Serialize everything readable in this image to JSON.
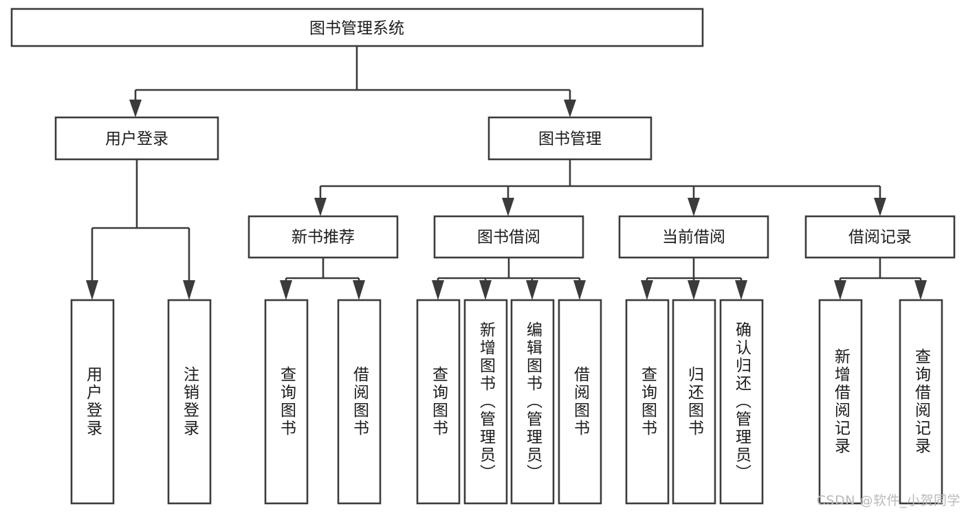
{
  "diagram": {
    "type": "tree",
    "title": "图书管理系统",
    "root": {
      "label": "图书管理系统"
    },
    "level2": [
      {
        "label": "用户登录"
      },
      {
        "label": "图书管理"
      }
    ],
    "level3": [
      {
        "label": "新书推荐"
      },
      {
        "label": "图书借阅"
      },
      {
        "label": "当前借阅"
      },
      {
        "label": "借阅记录"
      }
    ],
    "leaves": {
      "user_login": [
        {
          "label": "用户登录"
        },
        {
          "label": "注销登录"
        }
      ],
      "new_book_recommend": [
        {
          "label": "查询图书"
        },
        {
          "label": "借阅图书"
        }
      ],
      "book_borrow": [
        {
          "label": "查询图书"
        },
        {
          "label": "新增图书（管理员）"
        },
        {
          "label": "编辑图书（管理员）"
        },
        {
          "label": "借阅图书"
        }
      ],
      "current_borrow": [
        {
          "label": "查询图书"
        },
        {
          "label": "归还图书"
        },
        {
          "label": "确认归还（管理员）"
        }
      ],
      "borrow_record": [
        {
          "label": "新增借阅记录"
        },
        {
          "label": "查询借阅记录"
        }
      ]
    }
  },
  "watermark": {
    "text": "CSDN @软件_小贺同学"
  },
  "colors": {
    "stroke": "#3b3b3b",
    "text": "#1b1b1b",
    "background": "#ffffff",
    "watermark": "#b9b9b9"
  }
}
